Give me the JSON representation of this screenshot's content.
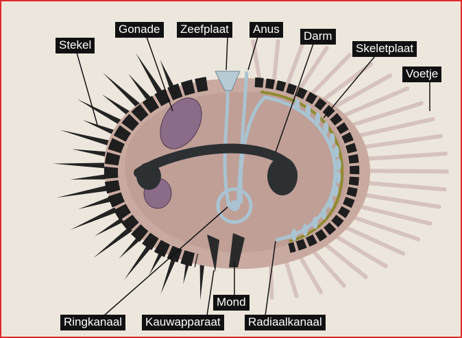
{
  "labels": {
    "stekel": "Stekel",
    "gonade": "Gonade",
    "zeefplaat": "Zeefplaat",
    "anus": "Anus",
    "darm": "Darm",
    "skeletplaat": "Skeletplaat",
    "voetje": "Voetje",
    "mond": "Mond",
    "ringkanaal": "Ringkanaal",
    "kauwapparaat": "Kauwapparaat",
    "radiaalkanaal": "Radiaalkanaal"
  },
  "colors": {
    "frame_border": "#e02a2a",
    "label_bg": "#111111",
    "label_text": "#ffffff",
    "body_fill": "#c9aaa0",
    "shell_plates": "#1e1e1e",
    "spines": "#232323",
    "tube_feet": "#d6c3be",
    "water_vascular": "#a9c3d1",
    "gut": "#2d3033",
    "gonad": "#8a6b88",
    "skeletal_band": "#8f8a2e"
  }
}
